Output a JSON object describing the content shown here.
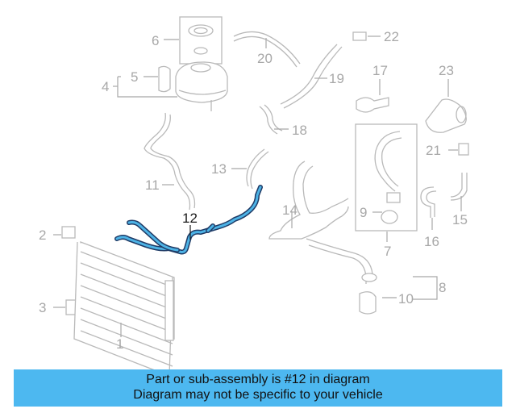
{
  "diagram": {
    "highlighted_part": "12",
    "labels": {
      "p1": "1",
      "p2": "2",
      "p3": "3",
      "p4": "4",
      "p5": "5",
      "p6": "6",
      "p7": "7",
      "p8": "8",
      "p9": "9",
      "p10": "10",
      "p11": "11",
      "p12": "12",
      "p13": "13",
      "p14": "14",
      "p15": "15",
      "p16": "16",
      "p17": "17",
      "p18": "18",
      "p19": "19",
      "p20": "20",
      "p21": "21",
      "p22": "22",
      "p23": "23"
    }
  },
  "banner": {
    "line1": "Part or sub-assembly is #12 in diagram",
    "line2": "Diagram may not be specific to your vehicle"
  },
  "colors": {
    "highlight_part": "#4db3e6",
    "banner_background": "#4db8f0",
    "parts_line": "#b9b9b9"
  }
}
